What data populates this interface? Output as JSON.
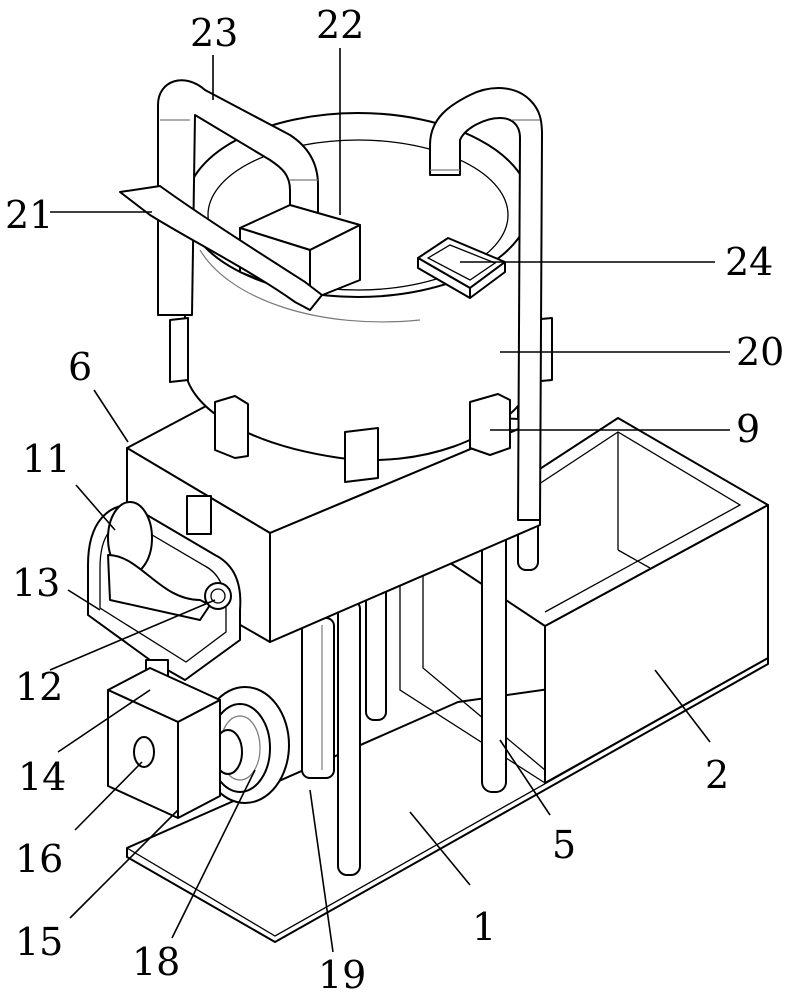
{
  "labels": {
    "l1": "1",
    "l2": "2",
    "l5": "5",
    "l6": "6",
    "l9": "9",
    "l11": "11",
    "l12": "12",
    "l13": "13",
    "l14": "14",
    "l15": "15",
    "l16": "16",
    "l18": "18",
    "l19": "19",
    "l20": "20",
    "l21": "21",
    "l22": "22",
    "l23": "23",
    "l24": "24"
  }
}
